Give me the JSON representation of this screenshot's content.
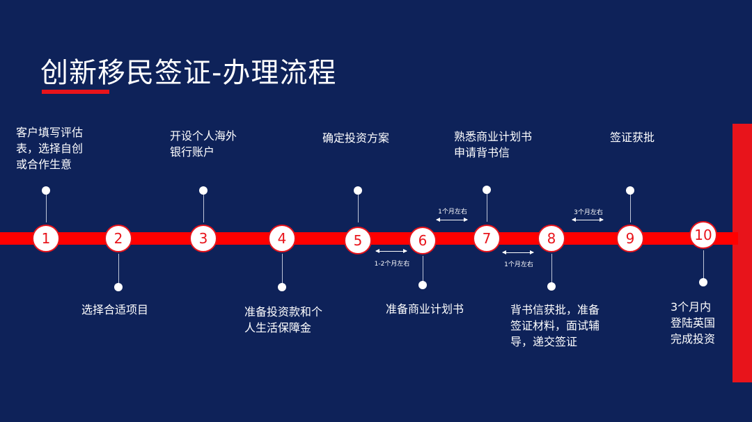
{
  "title": "创新移民签证-办理流程",
  "accent_color": "#e8141b",
  "background_color": "#0e2259",
  "steps": [
    {
      "num": "1",
      "lines": [
        "客户填写评估",
        "表，选择自创",
        "或合作生意"
      ]
    },
    {
      "num": "2",
      "lines": [
        "选择合适项目"
      ]
    },
    {
      "num": "3",
      "lines": [
        "开设个人海外",
        "银行账户"
      ]
    },
    {
      "num": "4",
      "lines": [
        "准备投资款和个",
        "人生活保障金"
      ]
    },
    {
      "num": "5",
      "lines": [
        "确定投资方案"
      ]
    },
    {
      "num": "6",
      "lines": [
        "准备商业计划书"
      ]
    },
    {
      "num": "7",
      "lines": [
        "熟悉商业计划书",
        "申请背书信"
      ]
    },
    {
      "num": "8",
      "lines": [
        "背书信获批，准备",
        "签证材料，面试辅",
        "导，递交签证"
      ]
    },
    {
      "num": "9",
      "lines": [
        "签证获批"
      ]
    },
    {
      "num": "10",
      "lines": [
        "3个月内",
        "登陆英国",
        "完成投资"
      ]
    }
  ],
  "durations": [
    {
      "between": "5-6",
      "label": "1-2个月左右"
    },
    {
      "between": "6-7",
      "label": "1个月左右"
    },
    {
      "between": "7-8",
      "label": "1个月左右"
    },
    {
      "between": "8-9",
      "label": "3个月左右"
    }
  ]
}
